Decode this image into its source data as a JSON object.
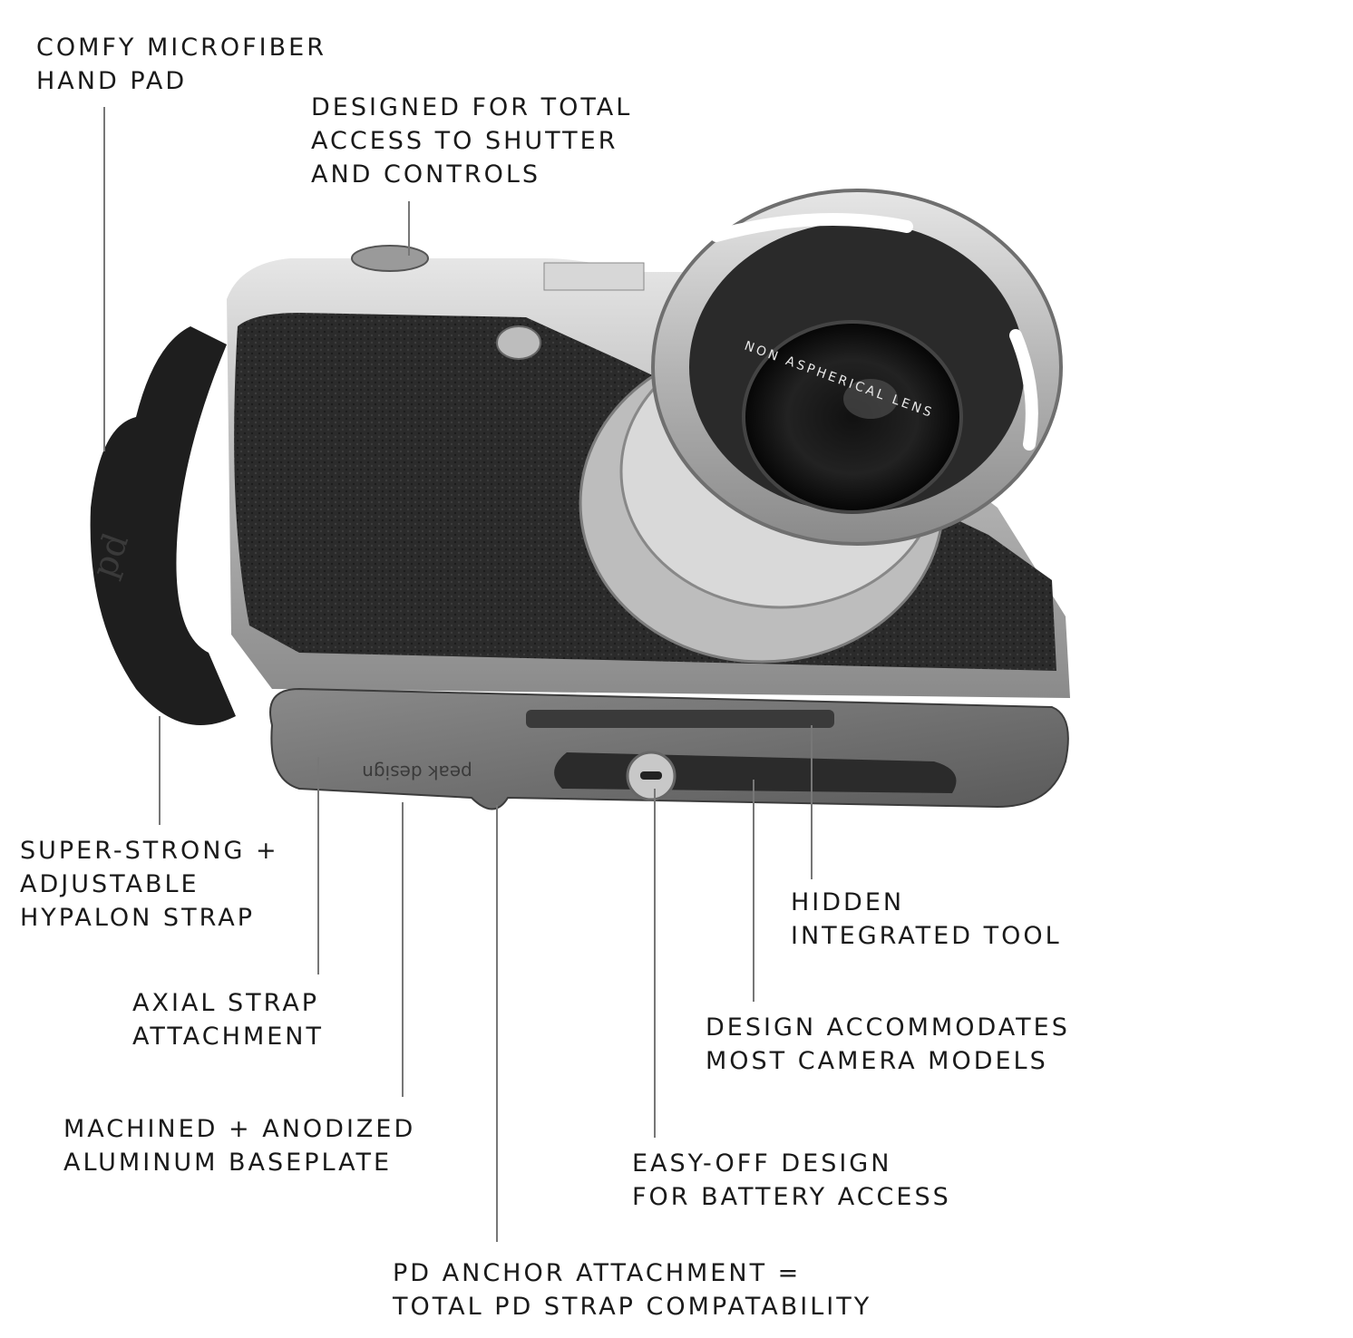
{
  "callouts": {
    "hand_pad": [
      "COMFY MICROFIBER",
      "HAND PAD"
    ],
    "shutter_access": [
      "DESIGNED FOR TOTAL",
      "ACCESS TO SHUTTER",
      "AND CONTROLS"
    ],
    "strap": [
      "SUPER-STRONG +",
      "ADJUSTABLE",
      "HYPALON STRAP"
    ],
    "axial": [
      "AXIAL STRAP",
      "ATTACHMENT"
    ],
    "baseplate": [
      "MACHINED + ANODIZED",
      "ALUMINUM BASEPLATE"
    ],
    "anchor": [
      "PD ANCHOR ATTACHMENT =",
      "TOTAL PD STRAP COMPATABILITY"
    ],
    "tool": [
      "HIDDEN",
      "INTEGRATED TOOL"
    ],
    "models": [
      "DESIGN ACCOMMODATES",
      "MOST CAMERA MODELS"
    ],
    "battery": [
      "EASY-OFF DESIGN",
      "FOR BATTERY ACCESS"
    ]
  },
  "product": {
    "plate_brand": "peak design",
    "lens_text": "NON ASPHERICAL LENS",
    "strap_logo": "pd",
    "colors": {
      "body": "#2a2a2a",
      "silver": "#c9c9c9",
      "plate": "#6e6e6e",
      "strap": "#1e1e1e"
    }
  }
}
